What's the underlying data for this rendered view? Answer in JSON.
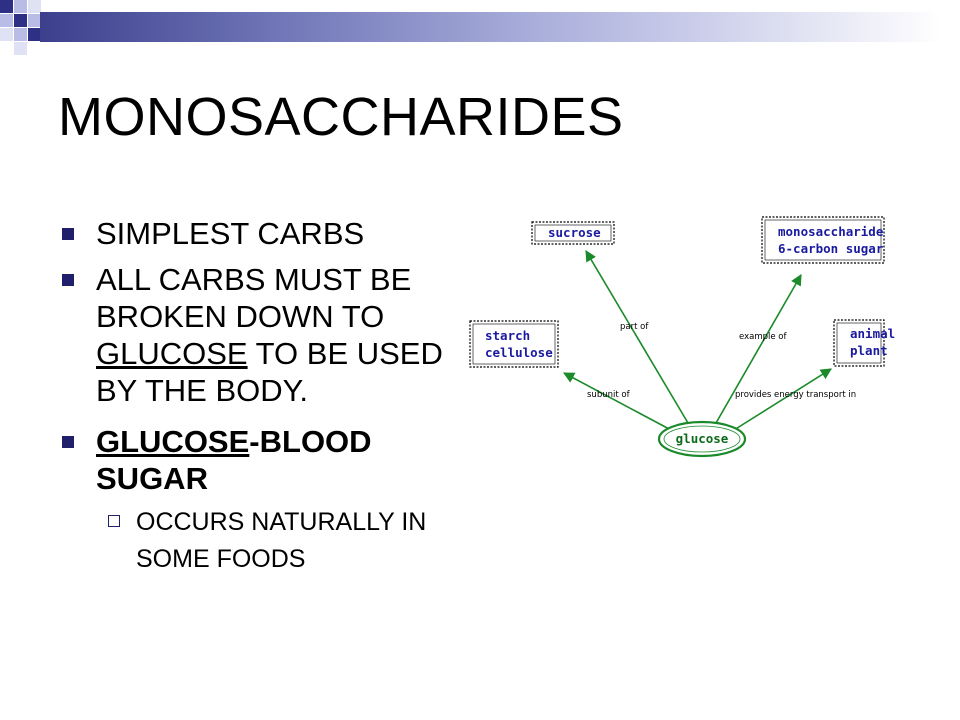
{
  "slide": {
    "title": "MONOSACCHARIDES",
    "bullets": [
      {
        "text": "SIMPLEST CARBS"
      },
      {
        "pre": "ALL CARBS MUST BE BROKEN DOWN TO ",
        "underlined": "GLUCOSE",
        "post": " TO BE USED BY THE BODY."
      },
      {
        "underlined": "GLUCOSE",
        "post": "-BLOOD SUGAR",
        "sub": [
          "OCCURS NATURALLY IN SOME FOODS"
        ]
      }
    ]
  },
  "concept_map": {
    "center": "glucose",
    "nodes": {
      "sucrose": "sucrose",
      "monosaccharide": [
        "monosaccharide",
        "6-carbon sugar"
      ],
      "starch": [
        "starch",
        "cellulose"
      ],
      "animal": [
        "animal",
        "plant"
      ]
    },
    "links": {
      "part_of": "part of",
      "example_of": "example of",
      "subunit_of": "subunit of",
      "provides": "provides energy transport in"
    }
  },
  "colors": {
    "title_bar_dark": "#3c3f8c",
    "bullet": "#1f1f6b",
    "arrow": "#1a8a2a",
    "node_text": "#1a1aa0"
  }
}
